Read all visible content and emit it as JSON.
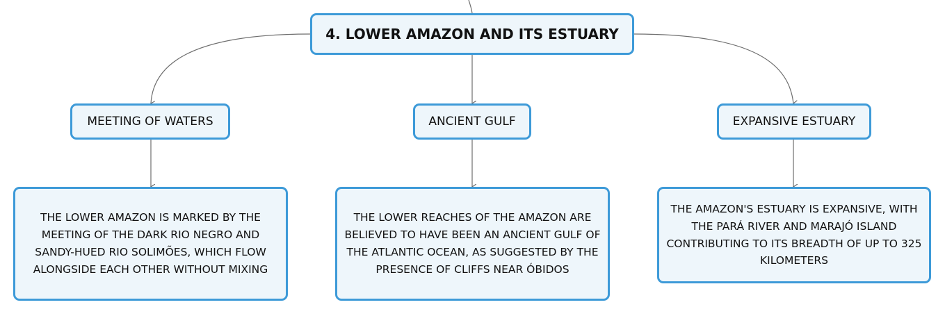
{
  "root": {
    "title": "4. LOWER AMAZON AND ITS ESTUARY"
  },
  "branches": [
    {
      "label": "MEETING OF WATERS",
      "detail": "THE LOWER AMAZON IS MARKED BY THE MEETING OF THE DARK RIO NEGRO AND SANDY-HUED RIO SOLIMÕES, WHICH FLOW ALONGSIDE EACH OTHER WITHOUT MIXING"
    },
    {
      "label": "ANCIENT GULF",
      "detail": "THE LOWER REACHES OF THE AMAZON ARE BELIEVED TO HAVE BEEN AN ANCIENT GULF OF THE ATLANTIC OCEAN, AS SUGGESTED BY THE PRESENCE OF CLIFFS NEAR ÓBIDOS"
    },
    {
      "label": "EXPANSIVE ESTUARY",
      "detail": "THE AMAZON'S ESTUARY IS EXPANSIVE, WITH THE PARÁ RIVER AND MARAJÓ ISLAND CONTRIBUTING TO ITS BREADTH OF UP TO 325 KILOMETERS"
    }
  ],
  "colors": {
    "node_border": "#3d9ad8",
    "node_fill": "#eef6fb",
    "connector": "#6e6e6e",
    "text": "#111111"
  }
}
